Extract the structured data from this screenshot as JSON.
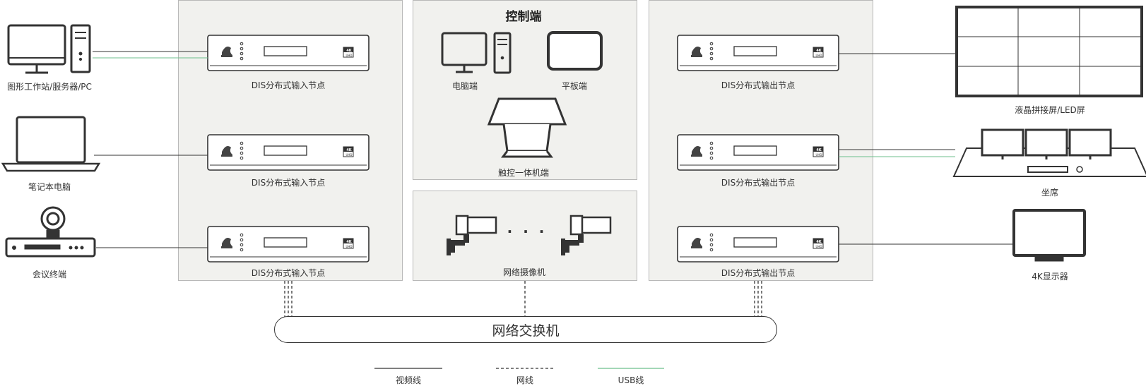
{
  "control_title": "控制端",
  "sources": {
    "workstation": "图形工作站/服务器/PC",
    "laptop": "笔记本电脑",
    "conference": "会议终端"
  },
  "input_nodes": [
    "DIS分布式输入节点",
    "DIS分布式输入节点",
    "DIS分布式输入节点"
  ],
  "output_nodes": [
    "DIS分布式输出节点",
    "DIS分布式输出节点",
    "DIS分布式输出节点"
  ],
  "control": {
    "pc": "电脑端",
    "tablet": "平板端",
    "kiosk": "触控一体机端"
  },
  "cameras": {
    "label": "网络摄像机",
    "ellipsis": "· · ·"
  },
  "displays": {
    "videowall": "液晶拼接屏/LED屏",
    "seat": "坐席",
    "monitor4k": "4K显示器"
  },
  "device_badge": {
    "top": "4K",
    "bottom": "UHD"
  },
  "switch_label": "网络交换机",
  "legend": {
    "video": "视频线",
    "network": "网线",
    "usb": "USB线"
  },
  "colors": {
    "line": "#333333",
    "usb": "#6cbf8c",
    "panel": "#f1f1ee"
  }
}
